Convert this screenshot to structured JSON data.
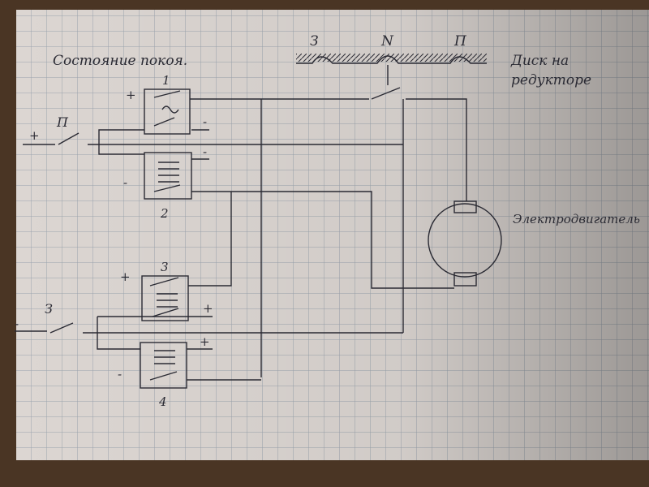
{
  "title": "Состояние покоя.",
  "disk": {
    "label_line1": "Диск на",
    "label_line2": "редукторе",
    "positions": [
      "З",
      "N",
      "П"
    ]
  },
  "motor_label": "Электродвигатель",
  "relays": [
    {
      "number": "1",
      "sign_in": "+",
      "sign_out": "-"
    },
    {
      "number": "2",
      "sign_in": "-",
      "sign_out": "-"
    },
    {
      "number": "3",
      "sign_in": "+",
      "sign_out": "+"
    },
    {
      "number": "4",
      "sign_in": "-",
      "sign_out": "+"
    }
  ],
  "switches": [
    {
      "label": "П",
      "sign": "+"
    },
    {
      "label": "З",
      "sign": "-"
    }
  ],
  "colors": {
    "paper": "#dcd6d2",
    "grid": "#9aa3ad",
    "ink": "#2a2a33",
    "desk": "#4a3524"
  }
}
